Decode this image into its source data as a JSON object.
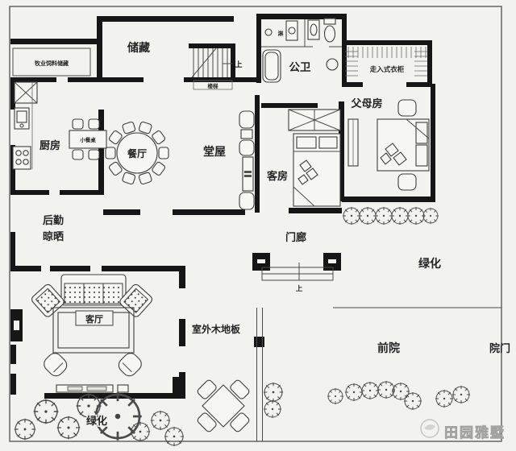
{
  "watermark": {
    "logo": "bird-logo",
    "brand": "田园雅墅"
  },
  "rooms": {
    "storage": "储藏",
    "feed_storage": "牧业饲料储藏",
    "kitchen": "厨房",
    "dining": "餐厅",
    "hall": "堂屋",
    "guest_room": "客房",
    "parents_room": "父母房",
    "bathroom": "公卫",
    "closet": "走入式衣柜",
    "laundry_line1": "后勤",
    "laundry_line2": "晾晒",
    "living_room": "客厅",
    "porch": "门廊",
    "deck": "室外木地板",
    "front_yard": "前院",
    "gate": "院门",
    "greenery_right": "绿化",
    "greenery_bottom": "绿化"
  },
  "annotations": {
    "stairs": "楼梯",
    "stairs_up": "上",
    "porch_up": "上",
    "small_table": "小餐桌",
    "shower": "淋"
  },
  "colors": {
    "wall": "#161616",
    "line": "#4b4b4b",
    "paper": "#f2f2ef",
    "watermark_fill": "#dededa",
    "watermark_stroke": "#a3a39f"
  }
}
